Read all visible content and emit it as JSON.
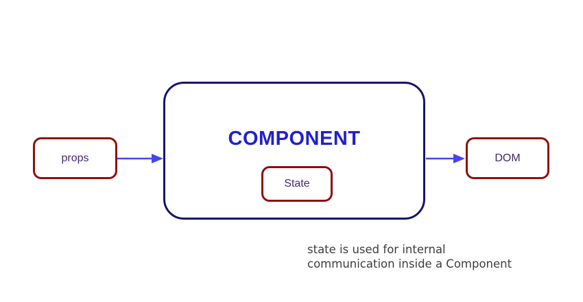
{
  "diagram": {
    "nodes": {
      "props": {
        "label": "props"
      },
      "component": {
        "title": "COMPONENT"
      },
      "state": {
        "label": "State"
      },
      "dom": {
        "label": "DOM"
      }
    },
    "arrows": [
      {
        "name": "props-to-component",
        "from": "props",
        "to": "component"
      },
      {
        "name": "component-to-dom",
        "from": "component",
        "to": "dom"
      }
    ],
    "caption": {
      "line1": "state is used for internal",
      "line2": "communication inside a Component"
    },
    "colors": {
      "node_border_red": "#8e0f0f",
      "component_border_navy": "#15156b",
      "component_title_blue": "#2121cd",
      "node_label_purple": "#44276f",
      "arrow_blue": "#4646ec",
      "caption_gray": "#3d3d3d",
      "background": "#ffffff"
    }
  }
}
